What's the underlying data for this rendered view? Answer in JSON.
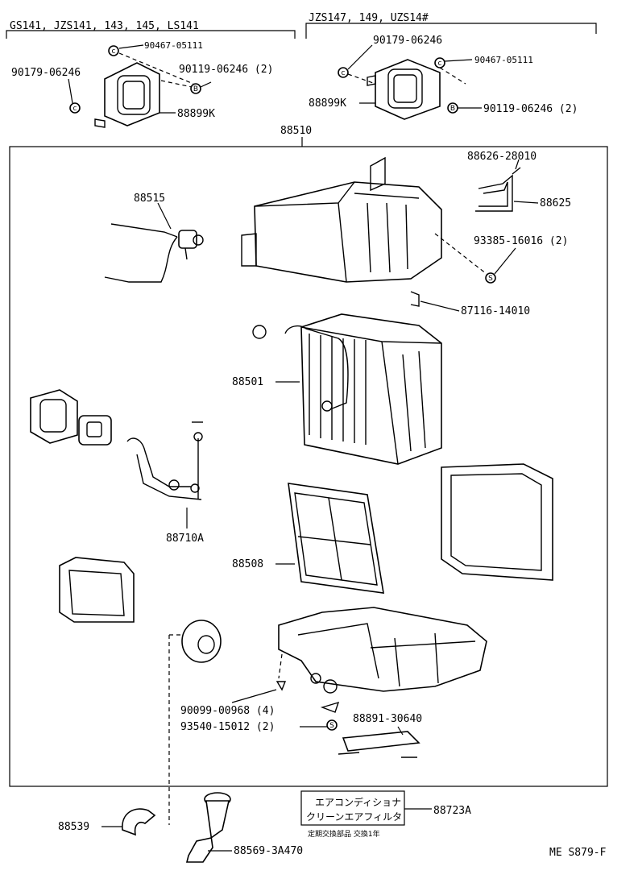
{
  "headers": {
    "left": "GS141, JZS141, 143, 145, LS141",
    "right": "JZS147, 149, UZS14#"
  },
  "labels": {
    "l_90467": "90467-05111",
    "l_90179": "90179-06246",
    "l_90119": "90119-06246 (2)",
    "l_88899k": "88899K",
    "r_90179": "90179-06246",
    "r_90467": "90467-05111",
    "r_88899k": "88899K",
    "r_90119": "90119-06246 (2)",
    "p88510": "88510",
    "p88626": "88626-28010",
    "p88625": "88625",
    "p88515": "88515",
    "p93385": "93385-16016 (2)",
    "p87116": "87116-14010",
    "p88501": "88501",
    "p88710a": "88710A",
    "p88508": "88508",
    "p90099": "90099-00968 (4)",
    "p93540": "93540-15012 (2)",
    "p88891": "88891-30640",
    "p88539": "88539",
    "p88569": "88569-3A470",
    "p88723a": "88723A",
    "ref": "ME S879-F"
  },
  "symbols": {
    "c": "c",
    "b": "B",
    "s": "S"
  },
  "sticker": {
    "line1": "エアコンディショナ",
    "line2": "クリーンエアフィルタ",
    "line3": "定期交換部品 交換1年"
  }
}
